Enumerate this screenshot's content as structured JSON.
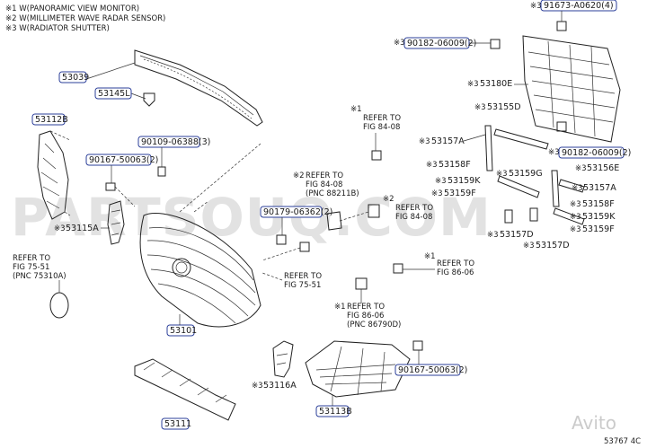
{
  "legend": [
    "※1 W(PANORAMIC VIEW MONITOR)",
    "※2 W(MILLIMETER WAVE RADAR SENSOR)",
    "※3 W(RADIATOR SHUTTER)"
  ],
  "parts": {
    "p53039": "53039",
    "p53145L": "53145L",
    "p53112B": "53112B",
    "p90109": "90109-06388(3)",
    "p90167a": "90167-50063(2)",
    "p53115A": "53115A",
    "p53101": "53101",
    "p53111": "53111",
    "p53116A": "53116A",
    "p53113B": "53113B",
    "p90167b": "90167-50063(2)",
    "p90179": "90179-06362(2)",
    "p91673": "91673-A0620(4)",
    "p90182a": "90182-06009(2)",
    "p53180E": "53180E",
    "p90182b": "90182-06009(2)",
    "p53155D": "53155D",
    "p53157A_l": "53157A",
    "p53158F_l": "53158F",
    "p53159G": "53159G",
    "p53156E": "53156E",
    "p53159K_l": "53159K",
    "p53159F_l": "53159F",
    "p53157A_r": "53157A",
    "p53158F_r": "53158F",
    "p53159K_r": "53159K",
    "p53159F_r": "53159F",
    "p53157D_a": "53157D",
    "p53157D_b": "53157D"
  },
  "refs": {
    "ref_84_08_top": [
      "REFER TO",
      "FIG 84-08"
    ],
    "ref_84_08_pnc": [
      "REFER TO",
      "FIG 84-08",
      "(PNC 88211B)"
    ],
    "ref_84_08_mid": [
      "REFER TO",
      "FIG 84-08"
    ],
    "ref_75_51_pnc": [
      "REFER TO",
      "FIG 75-51",
      "(PNC 75310A)"
    ],
    "ref_75_51": [
      "REFER TO",
      "FIG 75-51"
    ],
    "ref_86_06": [
      "REFER TO",
      "FIG 86-06"
    ],
    "ref_86_06_pnc": [
      "REFER TO",
      "FIG 86-06",
      "(PNC 86790D)"
    ]
  },
  "marks": {
    "m1": "※1",
    "m2": "※2",
    "m3": "※3"
  },
  "watermark": "PARTSOUQ.COM",
  "avito": "Avito",
  "diagram_code": "53767 4C"
}
